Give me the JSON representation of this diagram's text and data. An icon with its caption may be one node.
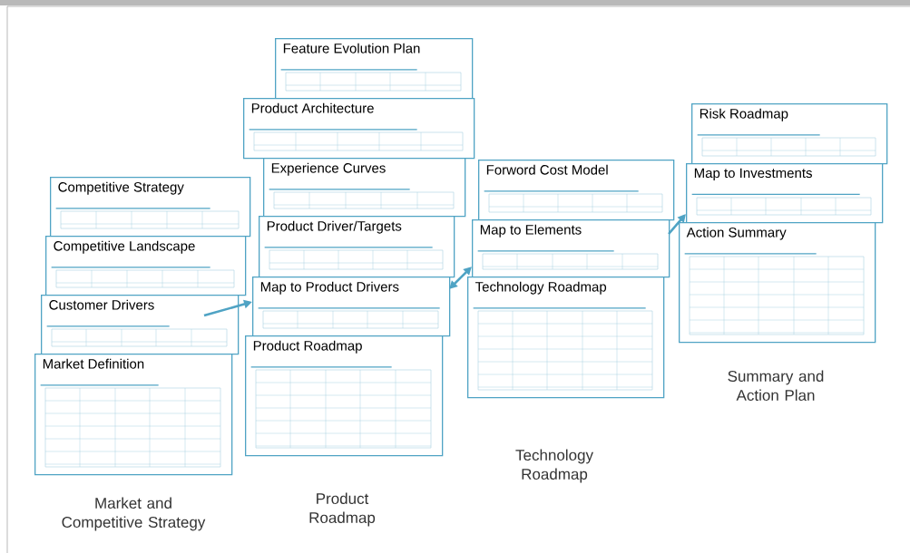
{
  "diagram": {
    "nodes": [
      {
        "text": [
          "Competitive Strategy"
        ]
      },
      {
        "text": [
          "Competitive Landscape"
        ]
      },
      {
        "text": [
          "Customer Drivers"
        ]
      },
      {
        "text": [
          "Market Definition"
        ]
      },
      {
        "text": [
          "Feature Evolution Plan"
        ]
      },
      {
        "text": [
          "Product Architecture"
        ]
      },
      {
        "text": [
          "Experience Curves"
        ]
      },
      {
        "text": [
          "Product Driver/Targets"
        ]
      },
      {
        "text": [
          "Map to Product Drivers"
        ]
      },
      {
        "text": [
          "Product Roadmap"
        ]
      },
      {
        "text": [
          "Forword Cost Model"
        ]
      },
      {
        "text": [
          "Map to Elements"
        ]
      },
      {
        "text": [
          "Technology Roadmap"
        ]
      },
      {
        "text": [
          "Risk Roadmap"
        ]
      },
      {
        "text": [
          "Map to Investments"
        ]
      },
      {
        "text": [
          "Action Summary"
        ]
      }
    ],
    "edges": [
      {
        "from": 2,
        "to": 8,
        "arrow": "to"
      },
      {
        "from": 8,
        "to": 11,
        "arrow": "both"
      },
      {
        "from": 11,
        "to": 14,
        "arrow": "to"
      }
    ],
    "labels": [
      "Market and Competitive Strategy",
      "Product Roadmap",
      "Technology Roadmap",
      "Summary and Action Plan"
    ]
  }
}
